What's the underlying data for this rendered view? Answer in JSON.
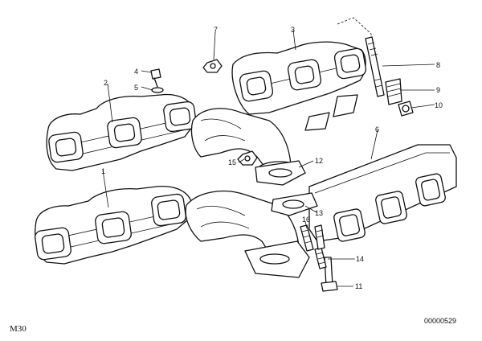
{
  "diagram": {
    "model_label": "M30",
    "reference_number": "00000529",
    "callouts": {
      "c1": "1",
      "c2": "2",
      "c3": "3",
      "c4": "4",
      "c5": "5",
      "c6": "6",
      "c7": "7",
      "c8": "8",
      "c9": "9",
      "c10": "10",
      "c11": "11",
      "c12": "12",
      "c13": "13",
      "c14": "14",
      "c15": "15",
      "c16": "16"
    }
  }
}
